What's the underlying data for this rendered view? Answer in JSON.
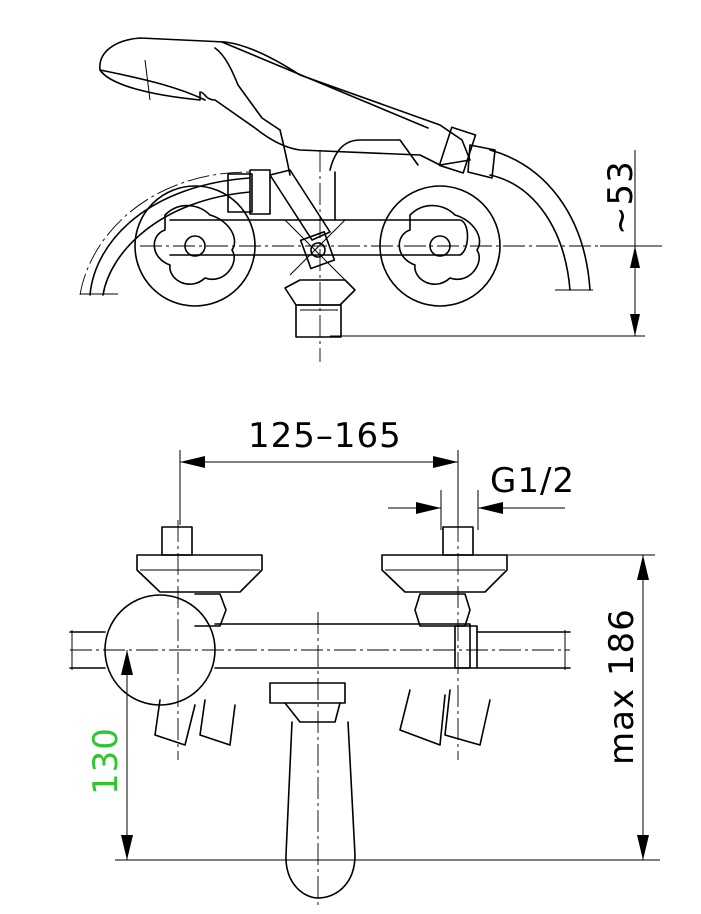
{
  "dimensions": {
    "hose_offset": "~53",
    "spacing": "125–165",
    "thread": "G1/2",
    "max_height": "max 186",
    "wall_height": "130"
  },
  "colors": {
    "line": "#000000",
    "highlight_dimension": "#2fc52f"
  }
}
